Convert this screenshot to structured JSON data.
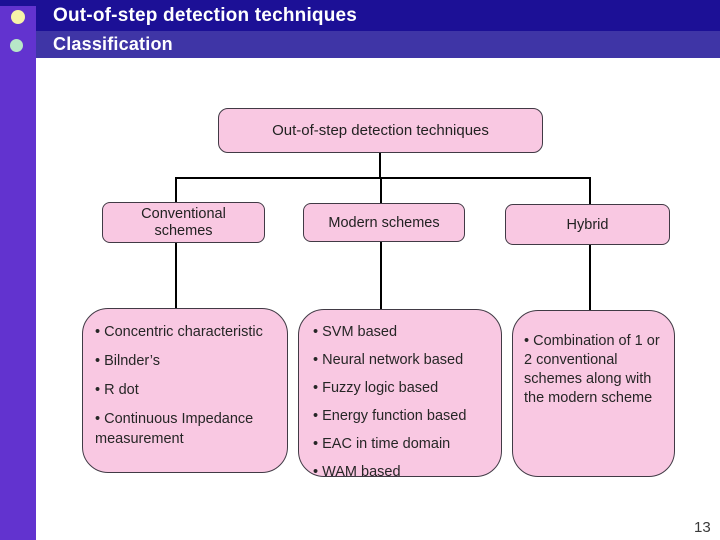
{
  "header": {
    "title": "Out-of-step detection techniques",
    "subtitle": "Classification",
    "page_number": "13"
  },
  "colors": {
    "title_bar": "#1c1096",
    "subtitle_bar": "#3f35a6",
    "side_accent_bar": "#6233cf",
    "bullet_yellow": "#f7f3a9",
    "bullet_green": "#b7e7c8",
    "node_fill": "#f9c8e2",
    "node_border": "#413a45",
    "connector": "#000000"
  },
  "diagram": {
    "root_label": "Out-of-step detection techniques",
    "branches": [
      {
        "label": "Conventional schemes",
        "items": [
          "• Concentric characteristic",
          "• Bilnder’s",
          "• R dot",
          "• Continuous Impedance measurement"
        ]
      },
      {
        "label": "Modern schemes",
        "items": [
          "• SVM based",
          "• Neural network based",
          "• Fuzzy logic based",
          "• Energy function based",
          "• EAC in time domain",
          "• WAM based"
        ]
      },
      {
        "label": "Hybrid",
        "items": [
          "• Combination of 1 or 2 conventional schemes along with the modern scheme"
        ]
      }
    ]
  }
}
